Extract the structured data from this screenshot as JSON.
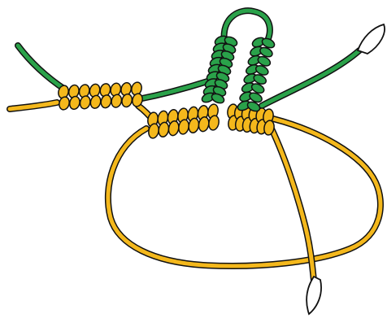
{
  "illustration": {
    "kind": "tatting-knot-diagram",
    "threads": [
      {
        "name": "green-thread",
        "color": "#2aa24a"
      },
      {
        "name": "yellow-thread",
        "color": "#f4b81c"
      }
    ],
    "outline_color": "#111111",
    "needle_color": "#ffffff",
    "background": "#ffffff",
    "counts": {
      "green_beads_left_column": 9,
      "green_beads_right_column": 8,
      "yellow_beads_first_row": 8,
      "yellow_beads_second_row": 7,
      "yellow_beads_third_row": 6,
      "needles": 2
    }
  }
}
